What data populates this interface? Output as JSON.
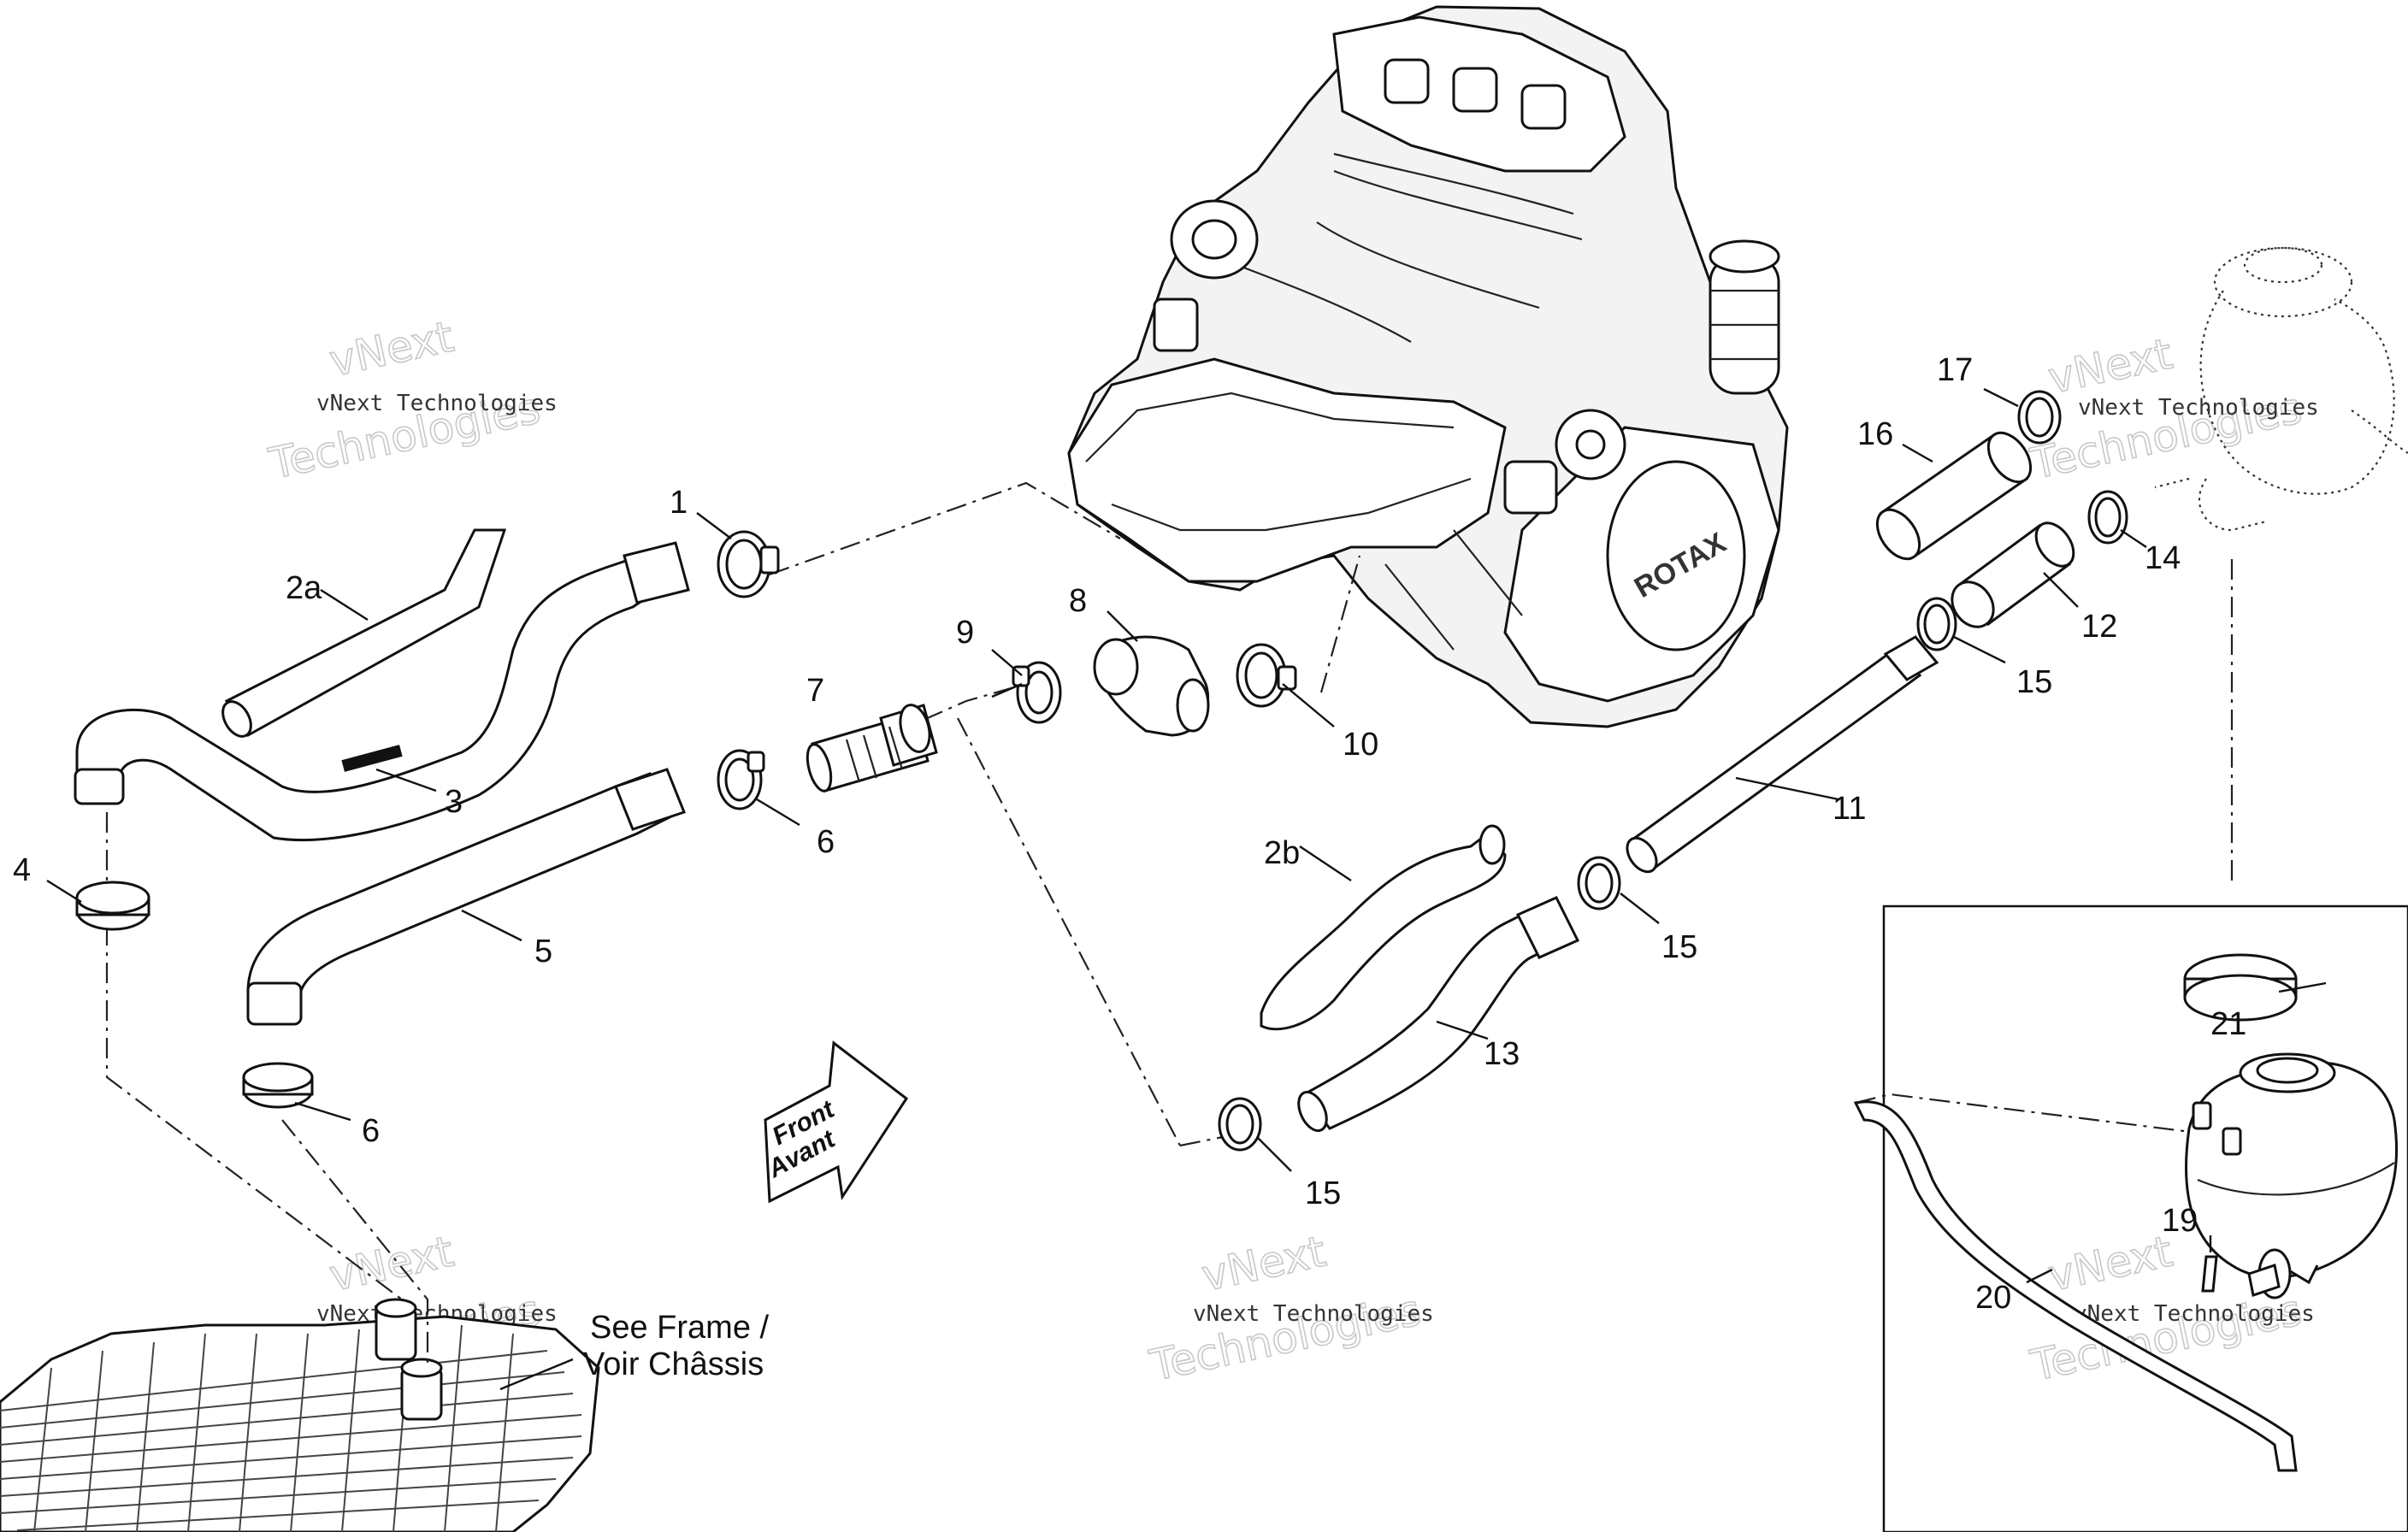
{
  "callouts": {
    "p1": "1",
    "p2a": "2a",
    "p2b": "2b",
    "p3": "3",
    "p4": "4",
    "p5": "5",
    "p6a": "6",
    "p6b": "6",
    "p7": "7",
    "p8": "8",
    "p9": "9",
    "p10": "10",
    "p11": "11",
    "p12": "12",
    "p13": "13",
    "p14": "14",
    "p15a": "15",
    "p15b": "15",
    "p15c": "15",
    "p16": "16",
    "p17": "17",
    "p19": "19",
    "p20": "20",
    "p21": "21"
  },
  "notes": {
    "see_frame_line1": "See Frame /",
    "see_frame_line2": "Voir Châssis",
    "front_line1": "Front",
    "front_line2": "Avant",
    "engine_brand": "ROTAX"
  },
  "watermarks": {
    "small": "vNext Technologies",
    "big_line1": "vNext",
    "big_line2": "Technologies"
  },
  "colors": {
    "line": "#111111",
    "watermark": "#c9c9c9"
  }
}
